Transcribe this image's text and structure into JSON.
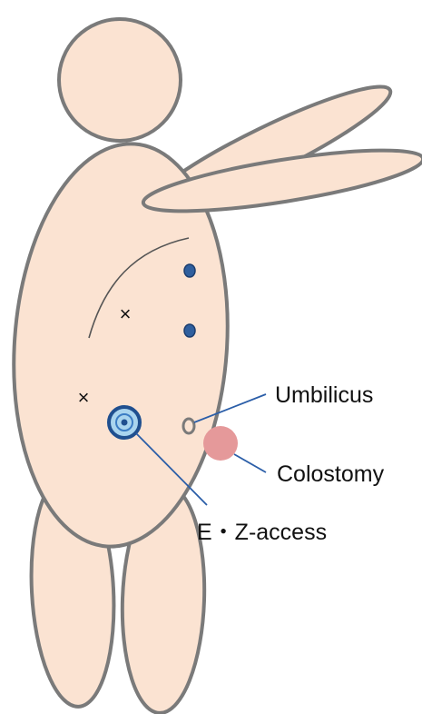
{
  "labels": {
    "umbilicus": "Umbilicus",
    "colostomy": "Colostomy",
    "ez_access": "E・Z-access"
  },
  "markers": {
    "cross": "×"
  },
  "colors": {
    "skin": "#fbe3d2",
    "outline": "#7a7a7a",
    "port_blue": "#2f5f9e",
    "ez_ring": "#1f4f8f",
    "ez_fill": "#a9d4ee",
    "colostomy": "#e5999a",
    "leader_line": "#2b5ea8"
  }
}
